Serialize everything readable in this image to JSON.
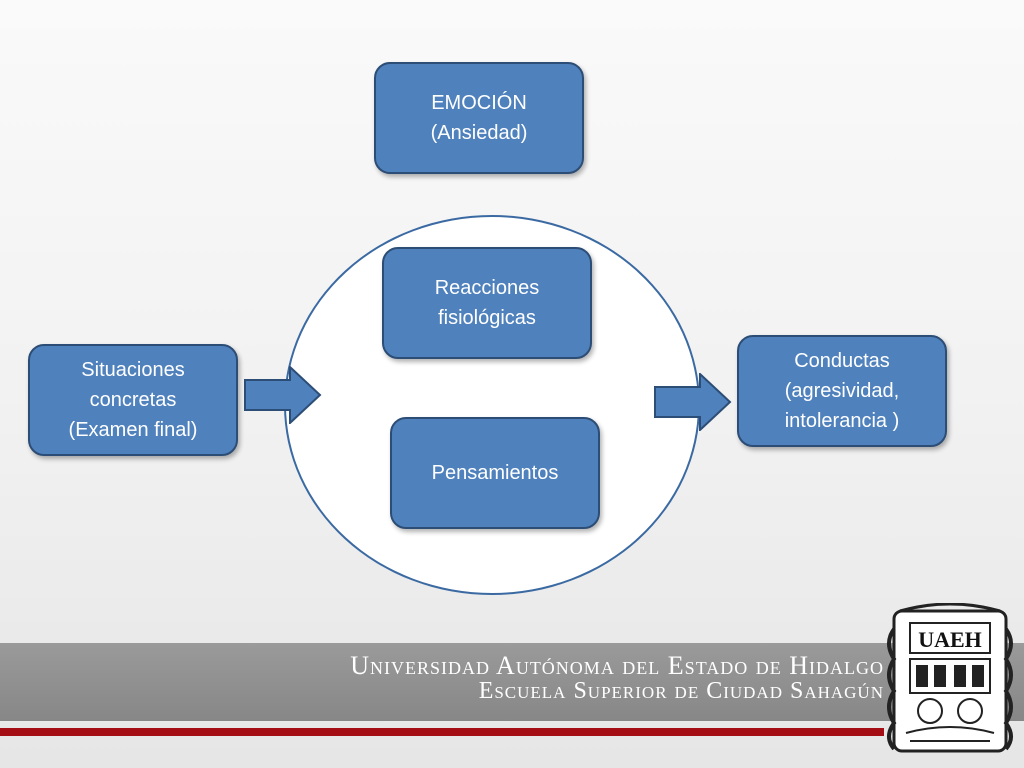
{
  "diagram": {
    "emotion_box": {
      "lines": [
        "EMOCIÓN",
        "(Ansiedad)"
      ]
    },
    "physiological_box": {
      "lines": [
        "Reacciones",
        "fisiológicas"
      ]
    },
    "thoughts_box": {
      "lines": [
        "Pensamientos"
      ]
    },
    "situations_box": {
      "lines": [
        "Situaciones",
        "concretas",
        "(Examen final)"
      ]
    },
    "behaviors_box": {
      "lines": [
        "Conductas",
        "(agresividad,",
        "intolerancia )"
      ]
    }
  },
  "footer": {
    "line1": "Universidad Autónoma del Estado de Hidalgo",
    "line2": "Escuela Superior de Ciudad Sahagún",
    "logo_text": "UAEH"
  },
  "colors": {
    "box_fill": "#4f81bd",
    "box_border": "#2c4d75",
    "circle_border": "#3b6aa3",
    "footer_band": "#8c8c8c",
    "footer_red_line": "#a50d14"
  }
}
